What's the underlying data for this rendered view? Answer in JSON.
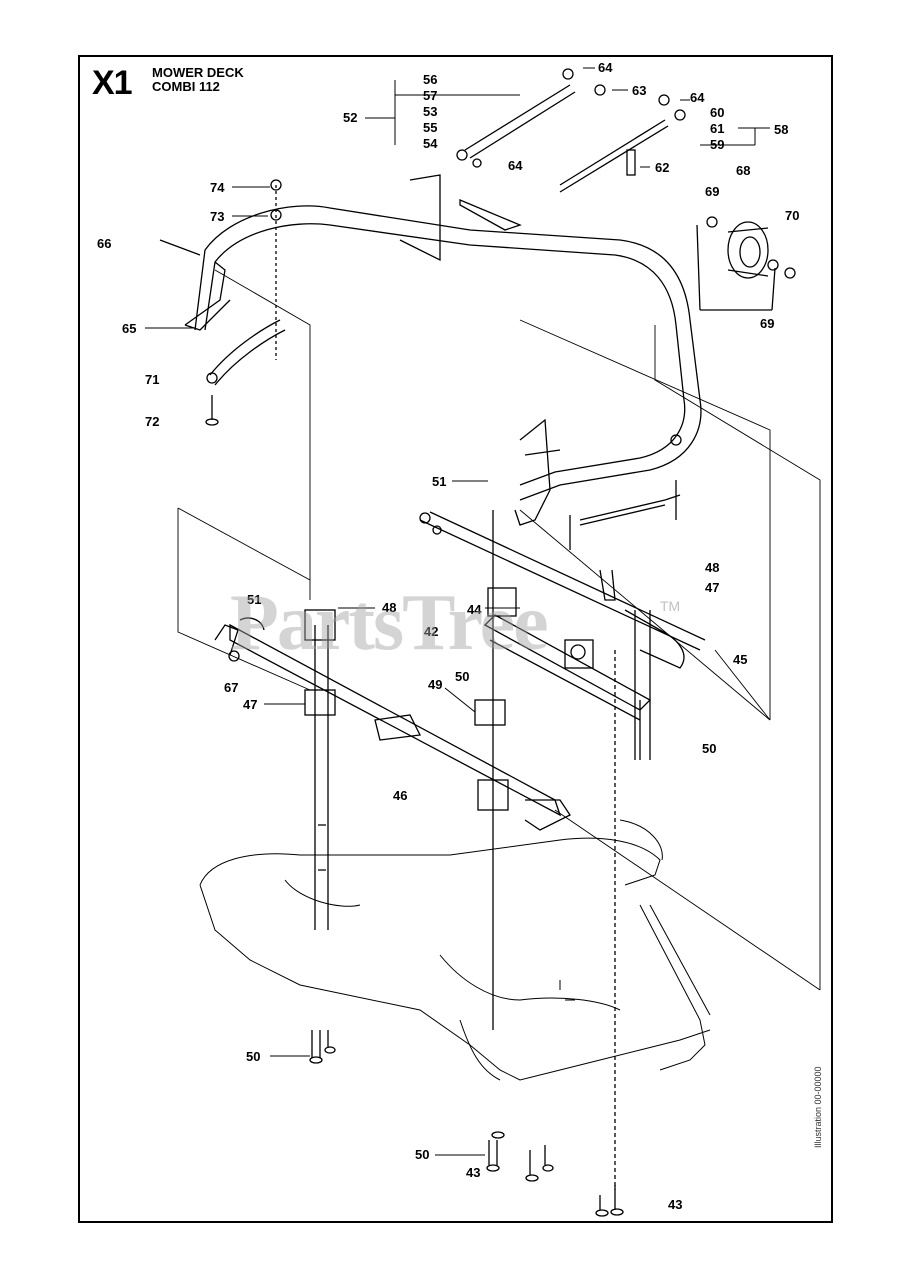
{
  "header": {
    "section_code": "X1",
    "title_line1": "MOWER DECK",
    "title_line2": "COMBI 112"
  },
  "side_code": "Illustration 00-00000",
  "watermark": {
    "text": "PartsTree",
    "tm": "TM"
  },
  "callouts": {
    "c52": "52",
    "c56": "56",
    "c57": "57",
    "c53": "53",
    "c55": "55",
    "c54": "54",
    "c64a": "64",
    "c63": "63",
    "c64b": "64",
    "c60": "60",
    "c61": "61",
    "c59": "59",
    "c58": "58",
    "c64c": "64",
    "c62": "62",
    "c68": "68",
    "c69a": "69",
    "c70": "70",
    "c69b": "69",
    "c74": "74",
    "c73": "73",
    "c66": "66",
    "c65": "65",
    "c71": "71",
    "c72": "72",
    "c51a": "51",
    "c48a": "48",
    "c47a": "47",
    "c51b": "51",
    "c48b": "48",
    "c44": "44",
    "c42": "42",
    "c45": "45",
    "c67": "67",
    "c47b": "47",
    "c49": "49",
    "c50a": "50",
    "c50b": "50",
    "c46": "46",
    "c50c": "50",
    "c50d": "50",
    "c43a": "43",
    "c43b": "43"
  }
}
